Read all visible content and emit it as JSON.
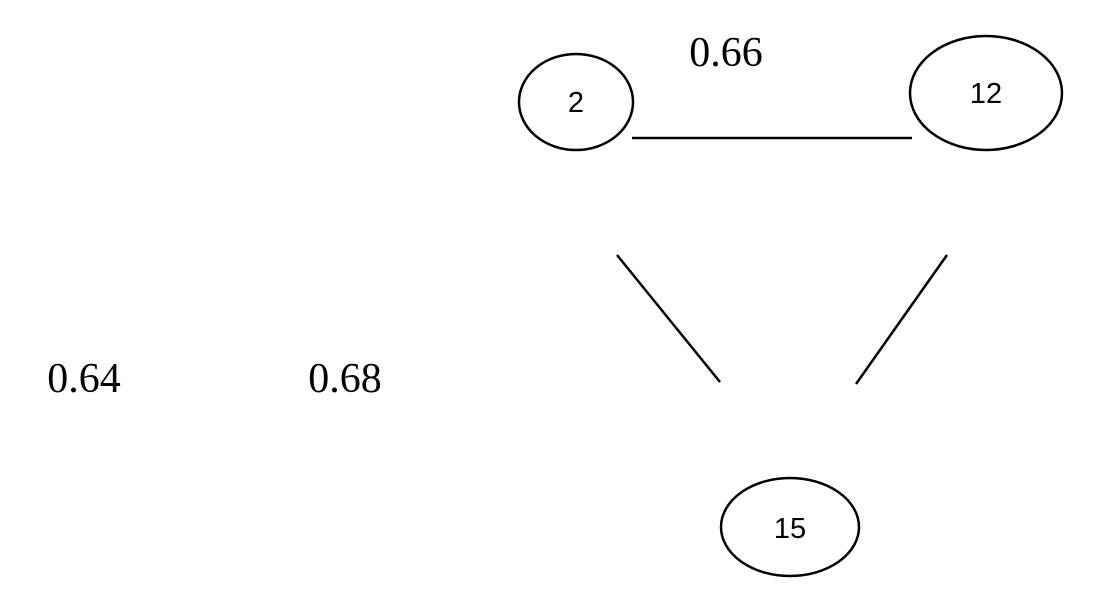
{
  "nodes": [
    {
      "id": "2",
      "label": "2"
    },
    {
      "id": "12",
      "label": "12"
    },
    {
      "id": "15",
      "label": "15"
    }
  ],
  "edges": [
    {
      "from": "2",
      "to": "12"
    },
    {
      "from": "2",
      "to": "15"
    },
    {
      "from": "12",
      "to": "15"
    }
  ],
  "weights": {
    "top": "0.66",
    "left": "0.64",
    "middle": "0.68"
  }
}
